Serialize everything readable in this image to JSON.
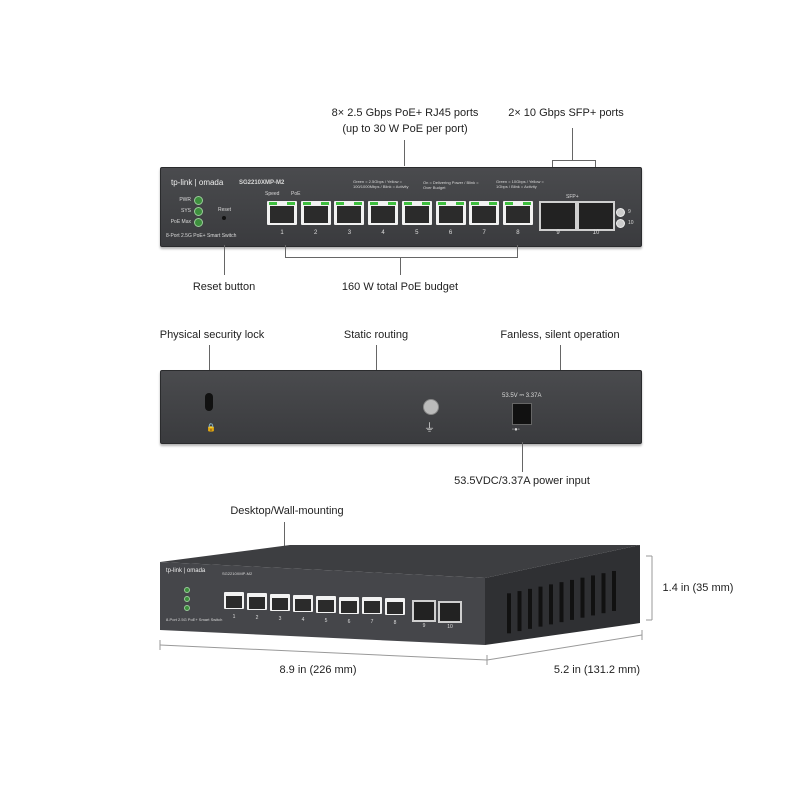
{
  "callouts": {
    "rj45": "8× 2.5 Gbps PoE+ RJ45 ports",
    "rj45_sub": "(up to 30 W PoE per port)",
    "sfp": "2× 10 Gbps SFP+ ports",
    "reset": "Reset button",
    "poe_budget": "160 W total PoE budget",
    "lock": "Physical security lock",
    "routing": "Static routing",
    "fanless": "Fanless, silent operation",
    "power": "53.5VDC/3.37A power input",
    "mounting": "Desktop/Wall-mounting",
    "height": "1.4 in (35 mm)",
    "width": "8.9 in (226 mm)",
    "depth": "5.2 in (131.2 mm)"
  },
  "front": {
    "brand": "tp-link | omada",
    "model": "SG2210XMP-M2",
    "leds": [
      "PWR",
      "SYS",
      "PoE Max"
    ],
    "reset": "Reset",
    "description": "8-Port 2.5G PoE+ Smart Switch",
    "speed": "Speed",
    "poe": "PoE",
    "speed_legend": "Green = 2.5Gbps / Yellow = 100/1000Mbps / Blink = Activity",
    "poe_legend": "On = Delivering Power / Blink = Over Budget",
    "sfp_legend": "Green = 10Gbps / Yellow = 1Gbps / Blink = Activity",
    "sfp_label": "SFP+",
    "sfp_leds": [
      "9",
      "10"
    ],
    "ports": [
      "1",
      "2",
      "3",
      "4",
      "5",
      "6",
      "7",
      "8"
    ],
    "sfp_ports": [
      "9",
      "10"
    ]
  },
  "back": {
    "power_rating": "53.5V ⎓ 3.37A"
  }
}
